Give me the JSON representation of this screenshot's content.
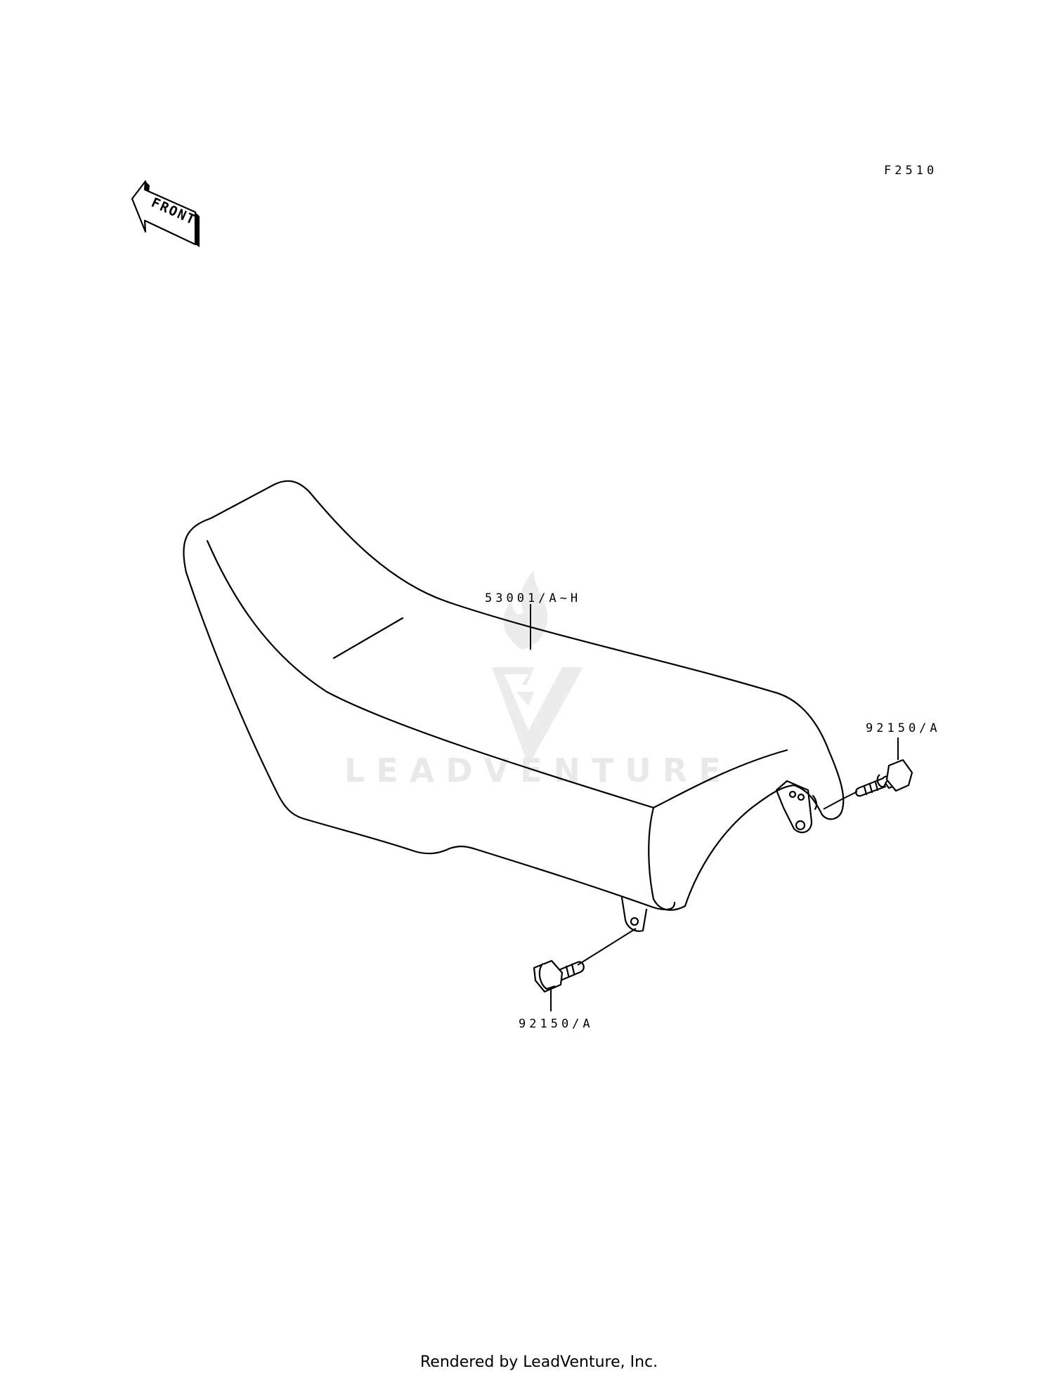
{
  "figure_code": "F2510",
  "front_arrow_label": "FRONT",
  "callouts": {
    "seat": "53001/A~H",
    "bolt_rear": "92150/A",
    "bolt_front": "92150/A"
  },
  "watermark": "LEADVENTURE",
  "footer": "Rendered by LeadVenture, Inc.",
  "colors": {
    "line": "#000000",
    "background": "#ffffff",
    "watermark": "#e9e9e9"
  }
}
